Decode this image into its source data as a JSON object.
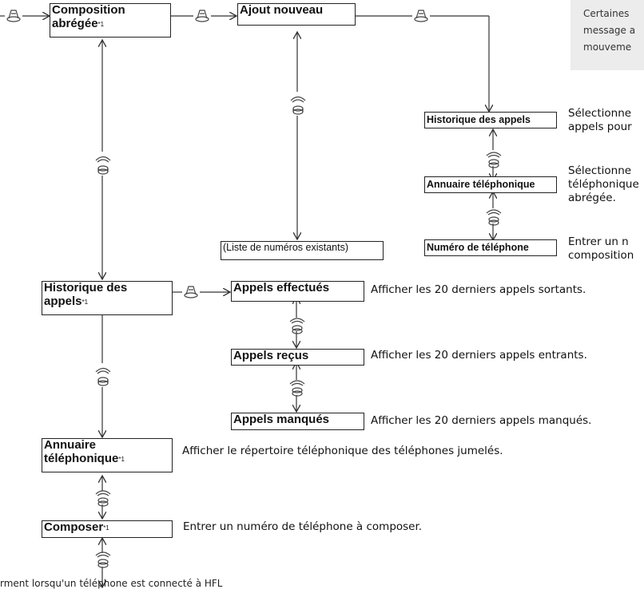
{
  "note": {
    "lines": [
      "Certaines",
      "message a",
      "mouveme"
    ]
  },
  "menu": {
    "speed_dial": {
      "label": "Composition",
      "label2": "abrégée",
      "mark": "*1"
    },
    "add_new": {
      "label": "Ajout nouveau"
    },
    "existing_list": {
      "label": "(Liste de numéros existants)"
    },
    "sub_call_history": {
      "label": "Historique des appels",
      "desc": [
        "Sélectionne",
        "appels pour"
      ]
    },
    "sub_phonebook": {
      "label": "Annuaire téléphonique",
      "desc": [
        "Sélectionne",
        "téléphonique",
        "abrégée."
      ]
    },
    "sub_phone_number": {
      "label": "Numéro de téléphone",
      "desc": [
        "Entrer un n",
        "composition"
      ]
    },
    "call_history": {
      "label": "Historique des",
      "label2": "appels",
      "mark": "*1"
    },
    "dialed": {
      "label": "Appels effectués",
      "desc": "Afficher les 20 derniers appels sortants."
    },
    "received": {
      "label": "Appels reçus",
      "desc": "Afficher les 20 derniers appels entrants."
    },
    "missed": {
      "label": "Appels manqués",
      "desc": "Afficher les 20 derniers appels manqués."
    },
    "phonebook": {
      "label": "Annuaire",
      "label2": "téléphonique",
      "mark": "*1",
      "desc": "Afficher le répertoire téléphonique des téléphones jumelés."
    },
    "dial": {
      "label": "Composer",
      "mark": "*1",
      "desc": "Entrer un numéro de téléphone à composer."
    }
  },
  "footnote": "rment lorsqu'un téléphone est connecté à HFL",
  "icons": {
    "select": "select-knob-icon",
    "rotate": "rotate-knob-icon"
  }
}
